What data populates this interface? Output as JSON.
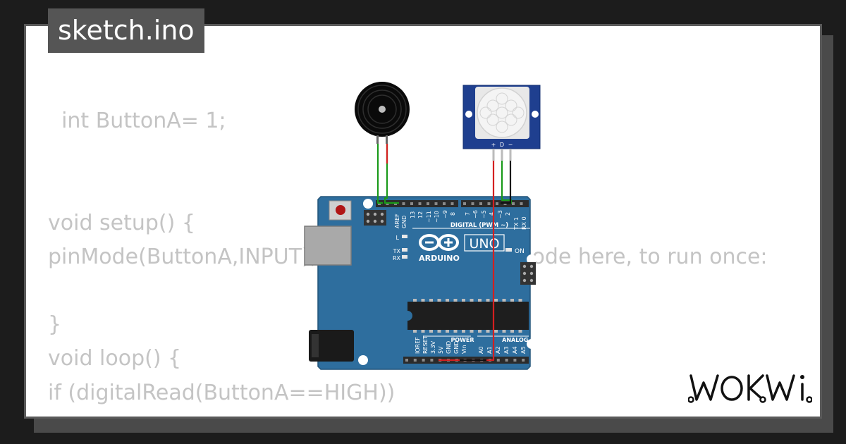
{
  "project": {
    "title": "sketch.ino"
  },
  "code": {
    "lines": [
      "  int ButtonA= 1;",
      "",
      "",
      "void setup() {",
      "pinMode(ButtonA,INPUT);   // put your setup code here, to run once:",
      "",
      "}",
      "void loop() {",
      "if (digitalRead(ButtonA==HIGH))",
      "{"
    ]
  },
  "board": {
    "name": "ARDUINO",
    "model": "UNO",
    "header_digital": "DIGITAL (PWM ~)",
    "header_power": "POWER",
    "header_analog": "ANALOG IN",
    "led_on": "ON",
    "led_l": "L",
    "led_tx": "TX",
    "led_rx": "RX",
    "digital_pins": [
      "AREF",
      "GND",
      "13",
      "12",
      "~11",
      "~10",
      "~9",
      "8",
      "7",
      "~6",
      "~5",
      "4",
      "~3",
      "2",
      "TX 1",
      "RX 0"
    ],
    "power_pins": [
      "IOREF",
      "RESET",
      "3.3V",
      "5V",
      "GND",
      "GND",
      "Vin"
    ],
    "analog_pins": [
      "A0",
      "A1",
      "A2",
      "A3",
      "A4",
      "A5"
    ]
  },
  "pir_sensor": {
    "pin_labels": [
      "+",
      "D",
      "−"
    ]
  },
  "colors": {
    "board": "#2e6e9e",
    "wire_green": "#1a9a1a",
    "wire_red": "#d42020",
    "wire_black": "#111111",
    "code_text": "#c4c4c4",
    "title_bg": "#555555"
  },
  "brand": {
    "logo_text": "WOKWi"
  }
}
